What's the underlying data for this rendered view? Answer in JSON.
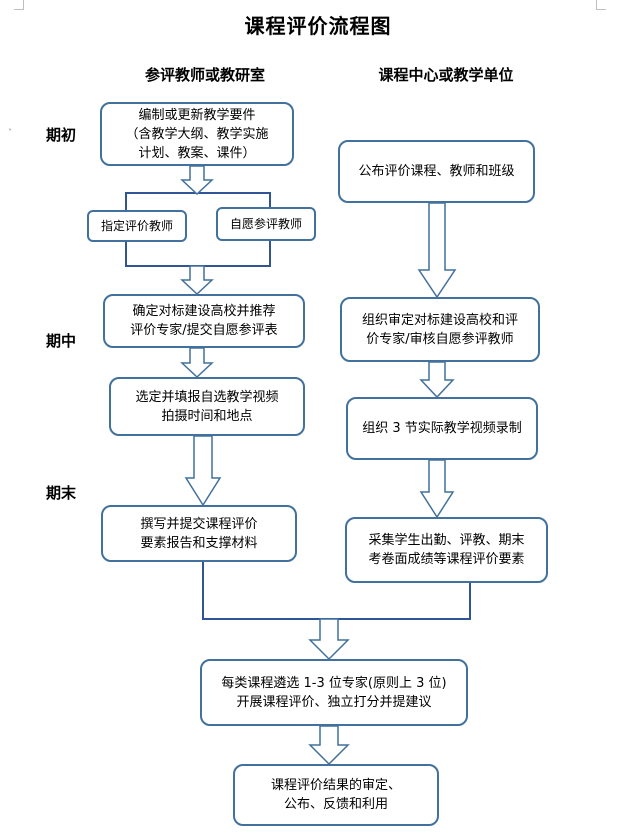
{
  "title": "课程评价流程图",
  "columns": {
    "left": "参评教师或教研室",
    "right": "课程中心或教学单位"
  },
  "periods": {
    "start": "期初",
    "mid": "期中",
    "end": "期末"
  },
  "boxes": {
    "b1": "编制或更新教学要件\n（含教学大纲、教学实施\n计划、教案、课件）",
    "b2": "指定评价教师",
    "b3": "自愿参评教师",
    "b4": "确定对标建设高校并推荐\n评价专家/提交自愿参评表",
    "b5": "选定并填报自选教学视频\n拍摄时间和地点",
    "b6": "撰写并提交课程评价\n要素报告和支撑材料",
    "r1": "公布评价课程、教师和班级",
    "r2": "组织审定对标建设高校和评\n价专家/审核自愿参评教师",
    "r3": "组织 3 节实际教学视频录制",
    "r4": "采集学生出勤、评教、期末\n考卷面成绩等课程评价要素",
    "c1": "每类课程遴选 1-3 位专家(原则上 3 位)\n开展课程评价、独立打分并提建议",
    "c2": "课程评价结果的审定、\n公布、反馈和利用"
  },
  "colors": {
    "box_border": "#41719c",
    "arrow_stroke": "#41719c",
    "line": "#2f5597"
  },
  "marker": "˅"
}
